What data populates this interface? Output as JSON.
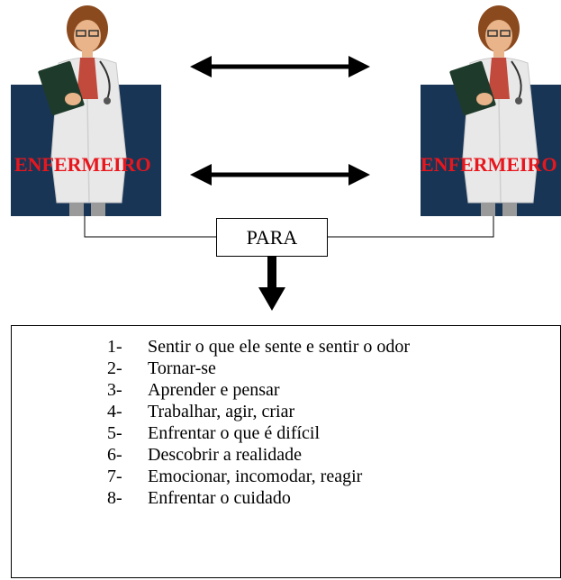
{
  "nodes": {
    "left_nurse_label": "ENFERMEIRO",
    "right_nurse_label": "ENFERMEIRO",
    "para_label": "PARA"
  },
  "colors": {
    "panel_background": "#183556",
    "label_color": "#e8161d",
    "arrow_color": "#000000"
  },
  "list": {
    "items": [
      {
        "number": "1-",
        "text": "Sentir o que ele sente e sentir o odor"
      },
      {
        "number": "2-",
        "text": "Tornar-se"
      },
      {
        "number": "3-",
        "text": "Aprender e pensar"
      },
      {
        "number": "4-",
        "text": "Trabalhar, agir, criar"
      },
      {
        "number": "5-",
        "text": "Enfrentar o que é difícil"
      },
      {
        "number": "6-",
        "text": "Descobrir a realidade"
      },
      {
        "number": "7-",
        "text": "Emocionar, incomodar, reagir"
      },
      {
        "number": "8-",
        "text": "Enfrentar o cuidado"
      }
    ]
  }
}
